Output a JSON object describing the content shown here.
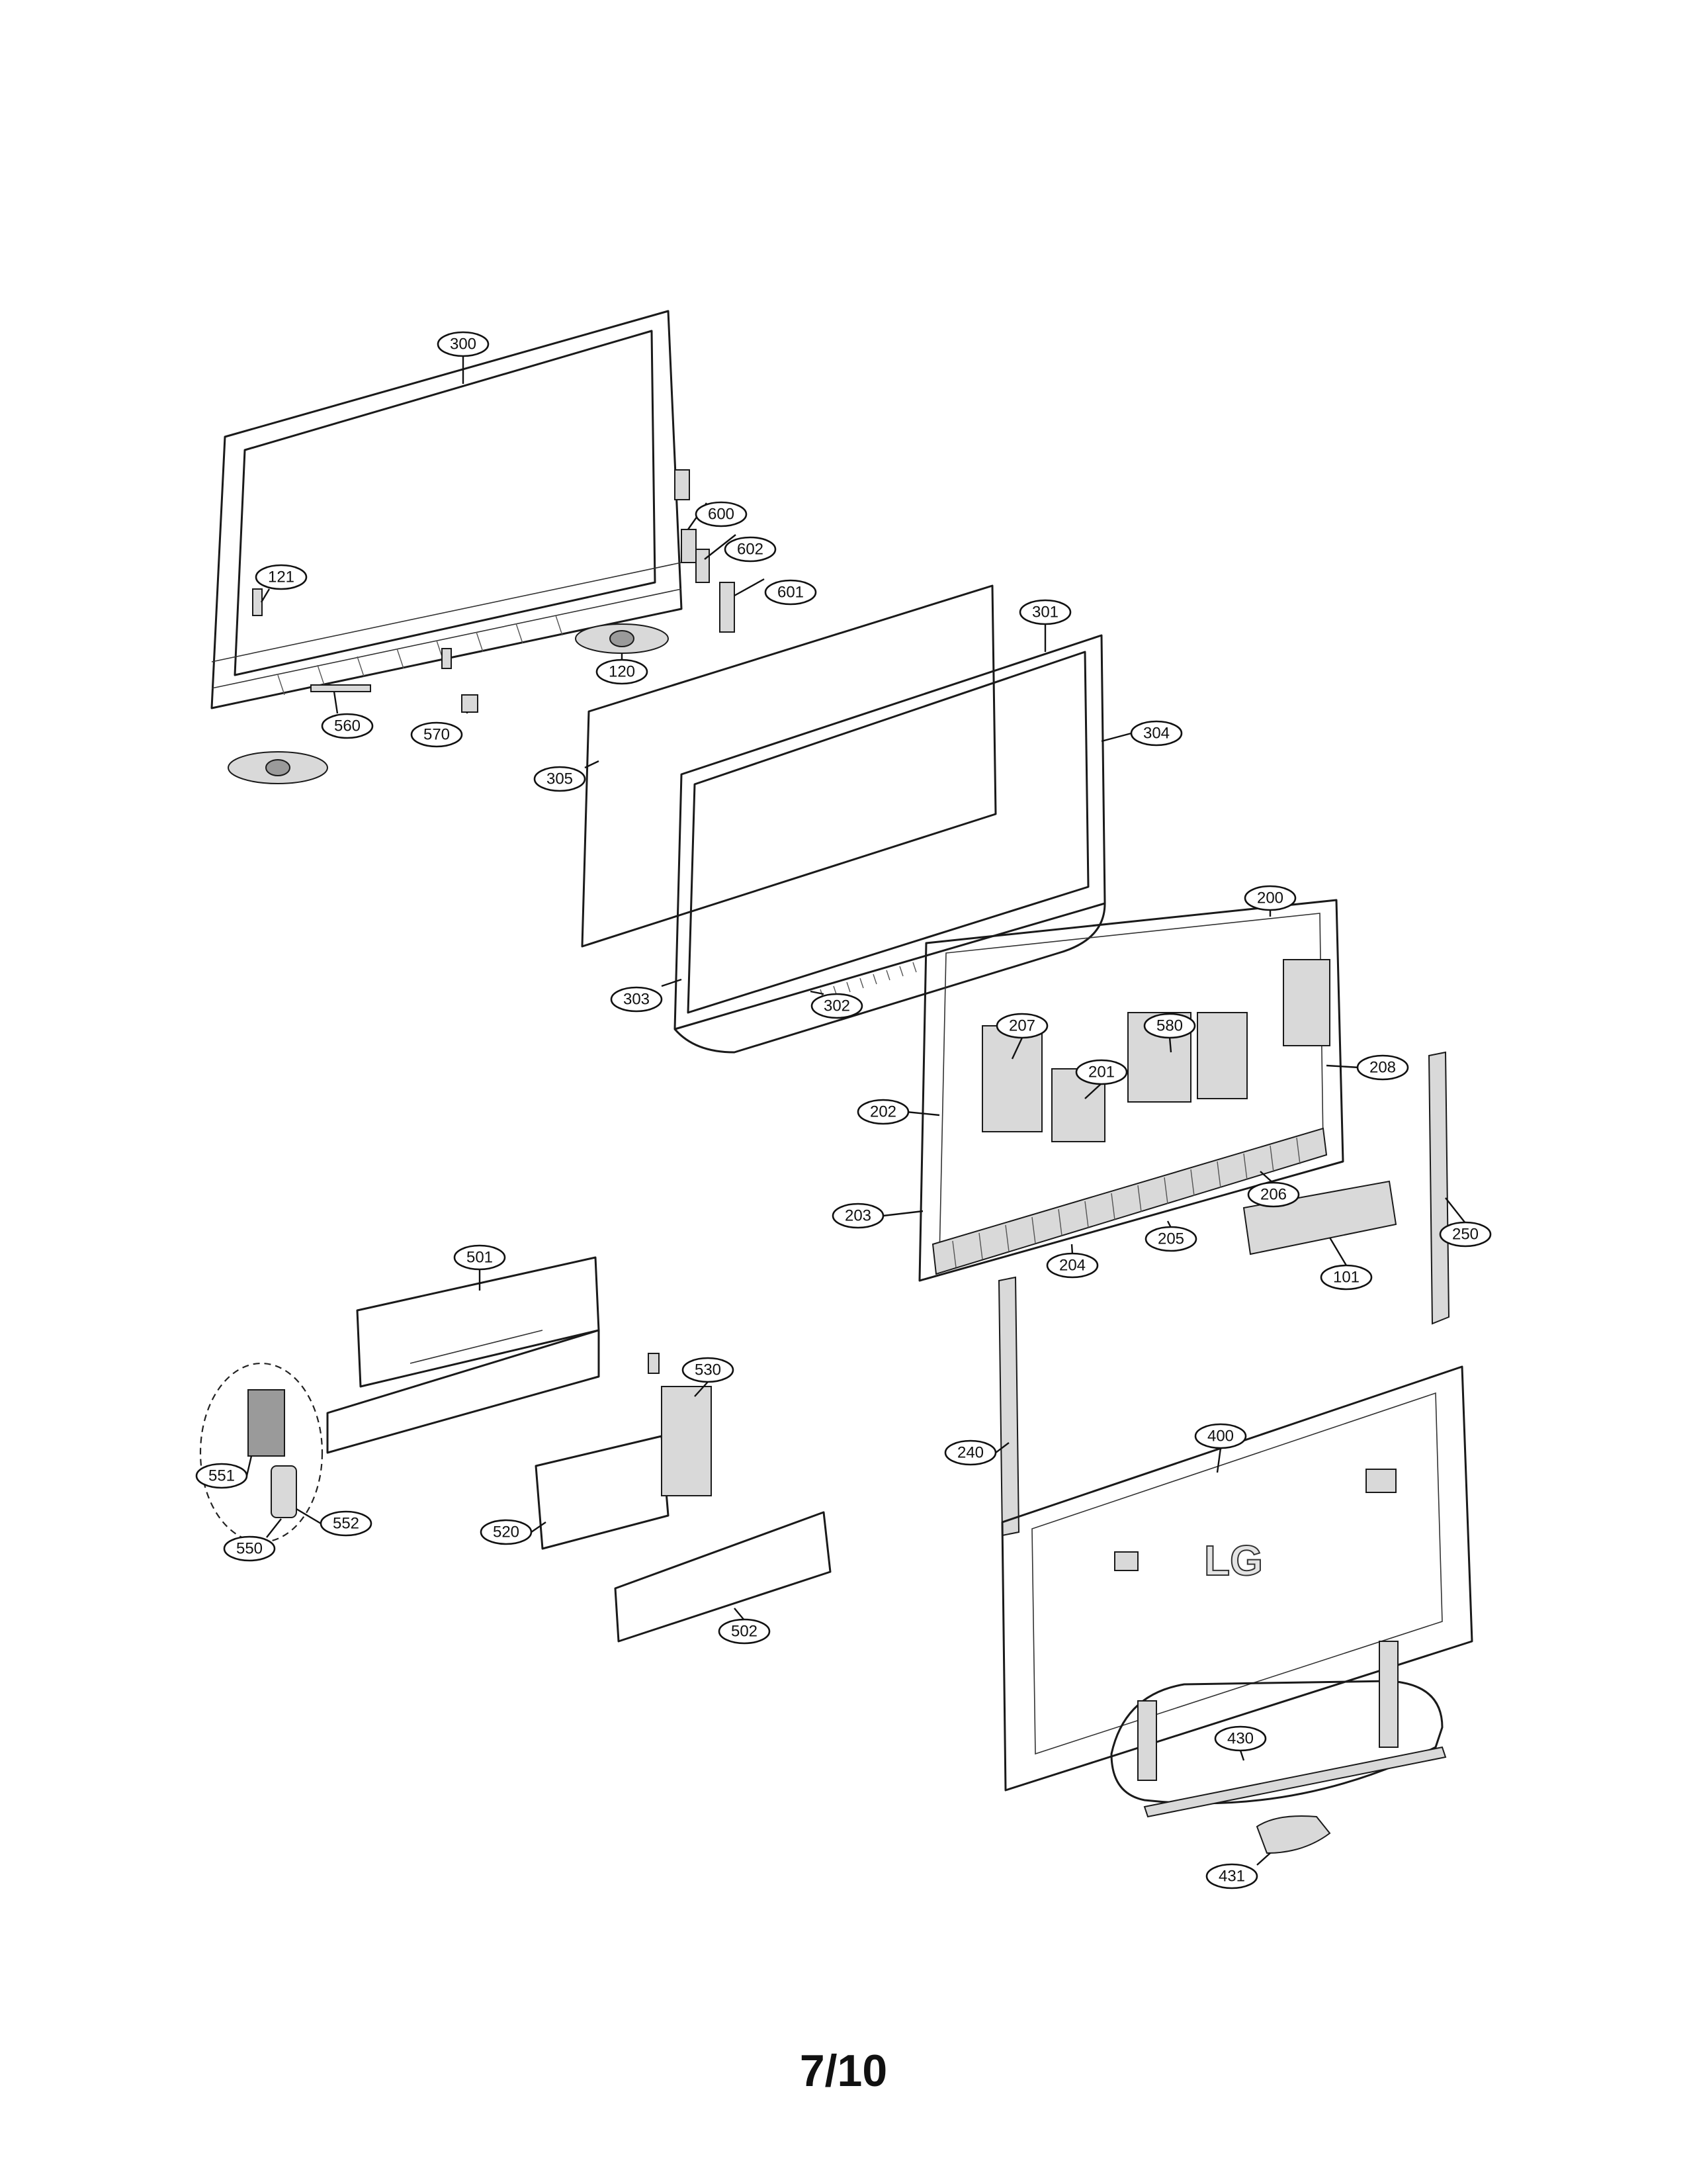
{
  "page_number": "7/10",
  "logo_text": "LG",
  "callouts": [
    "300",
    "600",
    "602",
    "601",
    "121",
    "120",
    "301",
    "560",
    "570",
    "304",
    "305",
    "303",
    "302",
    "200",
    "580",
    "207",
    "208",
    "201",
    "202",
    "206",
    "203",
    "205",
    "204",
    "101",
    "250",
    "501",
    "530",
    "240",
    "400",
    "551",
    "552",
    "550",
    "520",
    "502",
    "430",
    "431"
  ]
}
